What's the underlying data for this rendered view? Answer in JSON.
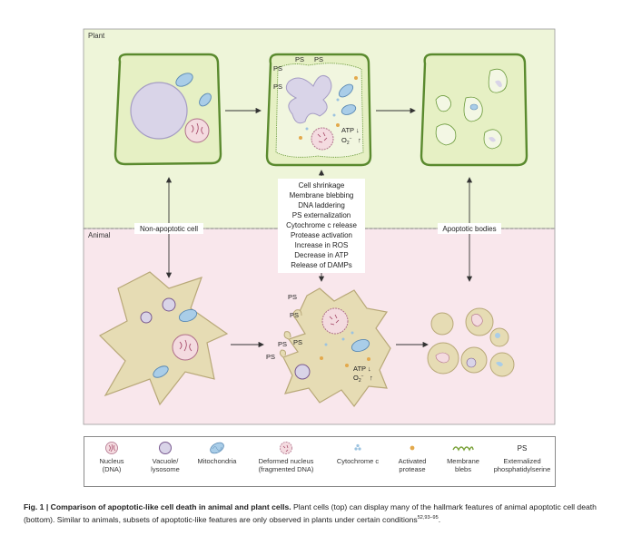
{
  "regions": {
    "plant": "Plant",
    "animal": "Animal"
  },
  "labels": {
    "non_apoptotic": "Non-apoptotic cell",
    "apoptotic_bodies": "Apoptotic bodies",
    "ps": "PS",
    "atp": "ATP",
    "o2": "O",
    "o2_sub": "2",
    "o2_sup": "−"
  },
  "features": [
    "Cell shrinkage",
    "Membrane blebbing",
    "DNA laddering",
    "PS externalization",
    "Cytochrome c release",
    "Protease activation",
    "Increase in ROS",
    "Decrease in ATP",
    "Release of DAMPs"
  ],
  "legend": [
    {
      "line1": "Nucleus",
      "line2": "(DNA)",
      "icon": "nucleus-icon"
    },
    {
      "line1": "Vacuole/",
      "line2": "lysosome",
      "icon": "vacuole-icon"
    },
    {
      "line1": "Mitochondria",
      "line2": "",
      "icon": "mitochondria-icon"
    },
    {
      "line1": "Deformed nucleus",
      "line2": "(fragmented DNA)",
      "icon": "deformed-nucleus-icon"
    },
    {
      "line1": "Cytochrome c",
      "line2": "",
      "icon": "cytochrome-icon"
    },
    {
      "line1": "Activated",
      "line2": "protease",
      "icon": "protease-icon"
    },
    {
      "line1": "Membrane",
      "line2": "blebs",
      "icon": "membrane-bleb-icon"
    },
    {
      "line1": "Externalized",
      "line2": "phosphatidylserine",
      "icon": "ps-text-icon",
      "glyph": "PS"
    }
  ],
  "caption": {
    "bold": "Fig. 1 | Comparison of apoptotic-like cell death in animal and plant cells.",
    "text": " Plant cells (top) can display many of the hallmark features of animal apoptotic cell death (bottom). Similar to animals, subsets of apoptotic-like features are only observed in plants under certain conditions",
    "refs": "52,93–95",
    "end": "."
  },
  "colors": {
    "plant_bg": "#eef5d9",
    "animal_bg": "#f9e7ec",
    "plant_cell_fill": "#e6f0c4",
    "plant_cell_wall": "#5a8a2e",
    "animal_cell_fill": "#e6dcb4",
    "animal_cell_stroke": "#b8a878",
    "mito": "#a9cde8",
    "nucleus": "#f4dbe0",
    "vacuole": "#d9d4e8"
  }
}
